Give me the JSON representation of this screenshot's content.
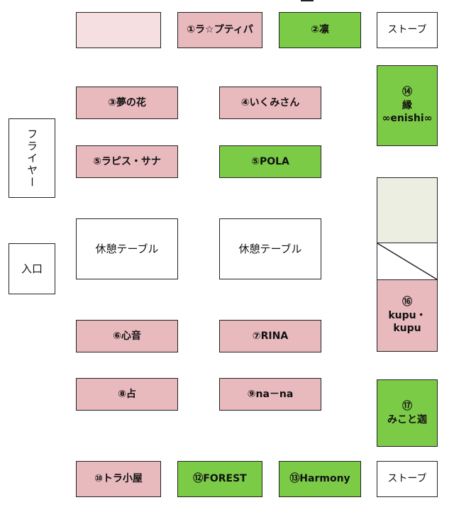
{
  "booths": {
    "b1": "①ラ☆プティパ",
    "b2": "②凛",
    "b3": "③夢の花",
    "b4": "④いくみさん",
    "b5a": "⑤ラピス・サナ",
    "b5b": "⑤POLA",
    "b6": "⑥心音",
    "b7": "⑦RINA",
    "b8": "⑧占",
    "b9": "⑨na－na",
    "b10": "⑩トラ小屋",
    "b12": "⑫FOREST",
    "b13": "⑬Harmony",
    "b14": [
      "⑭",
      "縁",
      "∞enishi∞"
    ],
    "b16": [
      "⑯",
      "kupu・",
      "kupu"
    ],
    "b17": [
      "⑰",
      "みこと迦"
    ]
  },
  "fixtures": {
    "stove_top": "ストーブ",
    "stove_bottom": "ストーブ",
    "fryer": "フライヤー",
    "entrance": "入口",
    "rest_table_left": "休憩テーブル",
    "rest_table_right": "休憩テーブル"
  },
  "colors": {
    "pink": "#e8b9bd",
    "green": "#7ccb47",
    "white": "#ffffff"
  }
}
